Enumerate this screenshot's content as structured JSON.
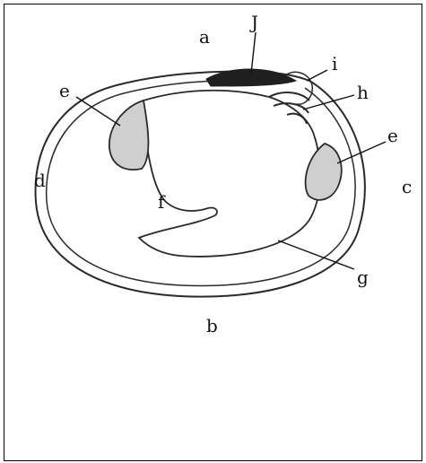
{
  "labels": {
    "a": "a",
    "b": "b",
    "c": "c",
    "d": "d",
    "e_left": "e",
    "e_right": "e",
    "f": "f",
    "g": "g",
    "h": "h",
    "i": "i",
    "j": "J"
  },
  "colors": {
    "stroke": "#2a2a2a",
    "scar_fill": "#cfcfcf",
    "hinge_fill": "#1f1f1f",
    "frame": "#000000"
  }
}
